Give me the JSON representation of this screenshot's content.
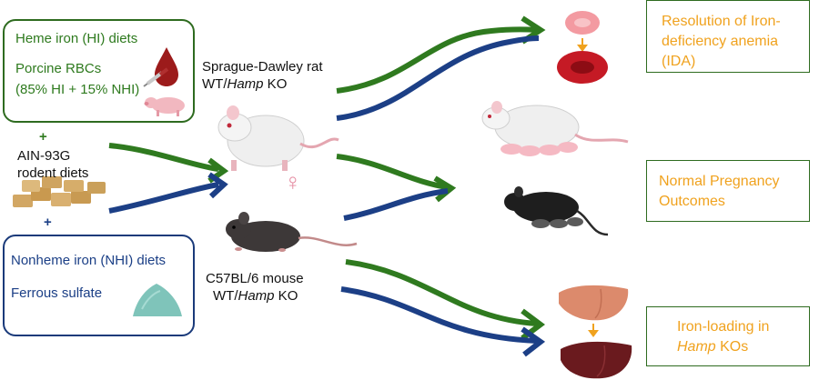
{
  "heme_box": {
    "title": "Heme iron (HI) diets",
    "line1": "Porcine RBCs",
    "line2": "(85% HI + 15% NHI)"
  },
  "plus_top": "+",
  "rodent_diet": {
    "line1": "AIN-93G",
    "line2": "rodent diets"
  },
  "plus_bottom": "+",
  "nonheme_box": {
    "title": "Nonheme iron (NHI) diets",
    "line1": "Ferrous sulfate"
  },
  "rat_label": {
    "line1": "Sprague-Dawley rat",
    "line2_prefix": "WT/",
    "line2_italic": "Hamp",
    "line2_suffix": " KO"
  },
  "mouse_label": {
    "line1": "C57BL/6 mouse",
    "line2_prefix": "WT/",
    "line2_italic": "Hamp",
    "line2_suffix": " KO"
  },
  "female_symbol": "♀",
  "outcomes": {
    "ida": {
      "line1": "Resolution of Iron-",
      "line2": "deficiency anemia",
      "line3": "(IDA)"
    },
    "pregnancy": {
      "line1": "Normal Pregnancy",
      "line2": "Outcomes"
    },
    "iron_loading": {
      "line1": "Iron-loading in",
      "line2_italic": "Hamp",
      "line2_suffix": " KOs"
    }
  },
  "colors": {
    "green_arrow": "#2f7a1f",
    "blue_arrow": "#1c3f86",
    "orange_text": "#f0a21e",
    "green_box_border": "#2e6b1f",
    "blue_box_border": "#1a3a7a"
  }
}
